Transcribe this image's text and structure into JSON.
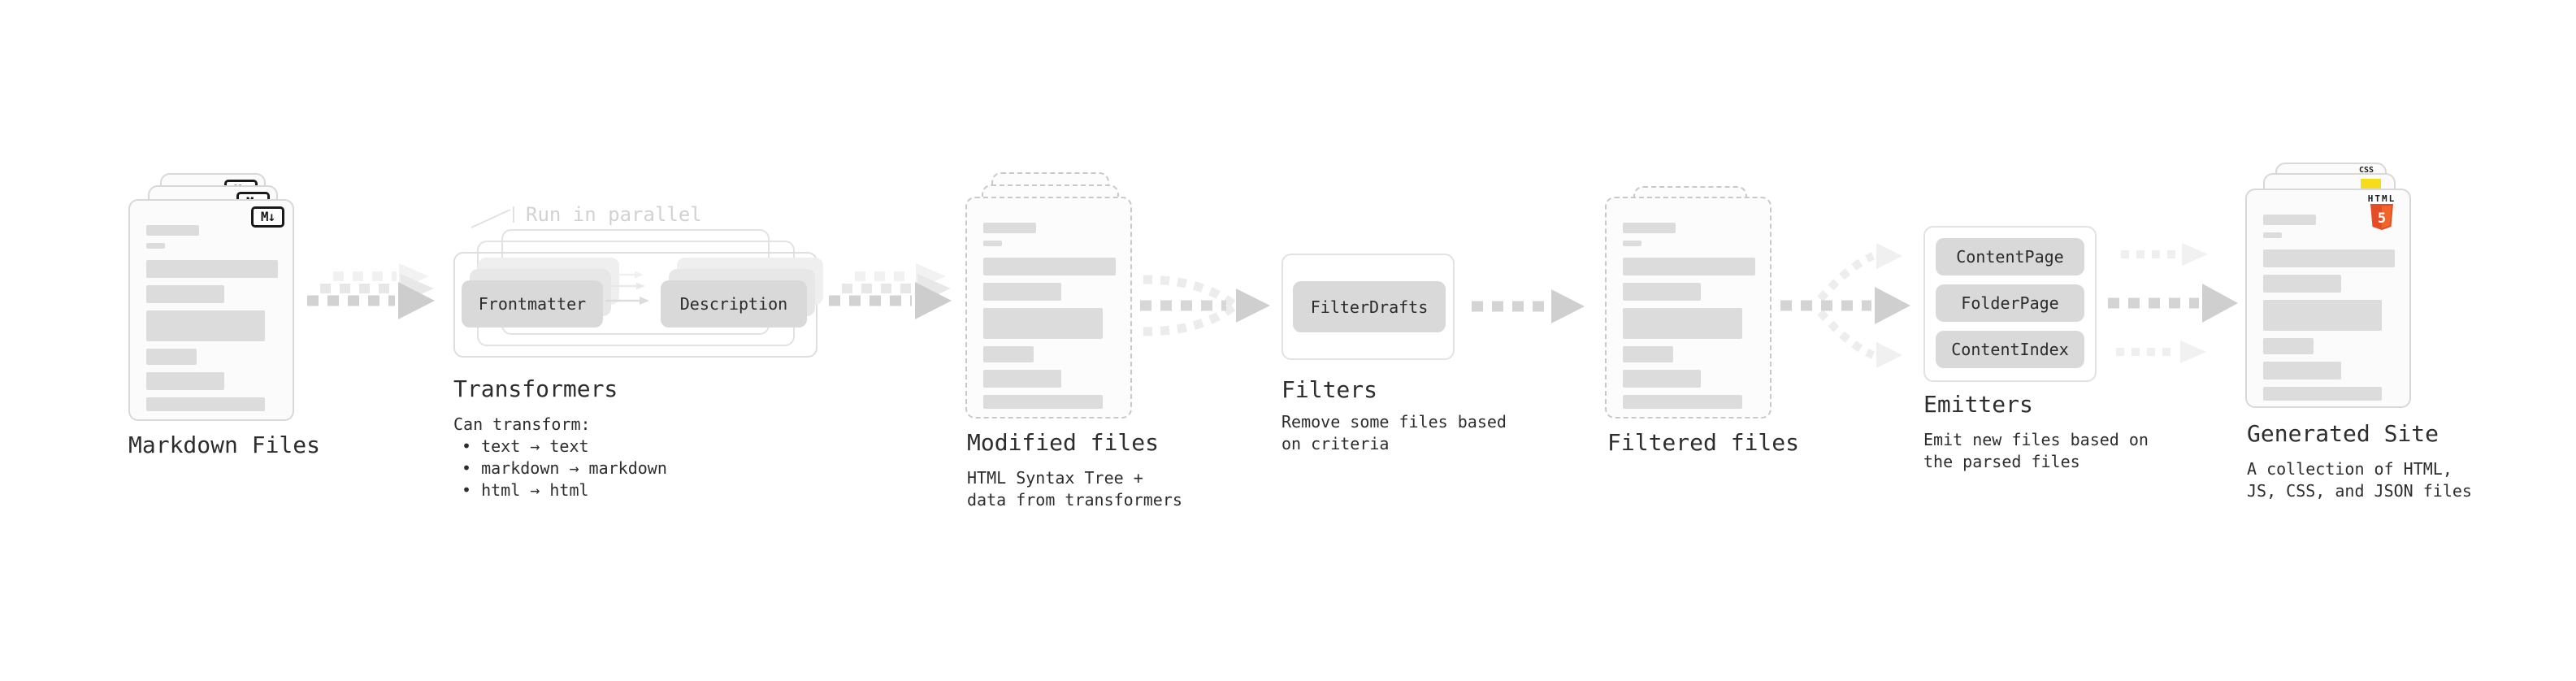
{
  "pipeline": {
    "markdown_files": {
      "title": "Markdown Files",
      "badge": "M↓"
    },
    "transformers": {
      "title": "Transformers",
      "annotation": "Run in parallel",
      "chips": {
        "frontmatter": "Frontmatter",
        "description": "Description"
      },
      "desc_heading": "Can transform:",
      "bullets": [
        "• text → text",
        "• markdown → markdown",
        "• html → html"
      ]
    },
    "modified_files": {
      "title": "Modified files",
      "desc": [
        "HTML Syntax Tree +",
        "data from transformers"
      ]
    },
    "filters": {
      "title": "Filters",
      "chip": "FilterDrafts",
      "desc": [
        "Remove some files based",
        "on criteria"
      ]
    },
    "filtered_files": {
      "title": "Filtered files"
    },
    "emitters": {
      "title": "Emitters",
      "chips": [
        "ContentPage",
        "FolderPage",
        "ContentIndex"
      ],
      "desc": [
        "Emit new files based on",
        "the parsed files"
      ]
    },
    "generated_site": {
      "title": "Generated Site",
      "html_badge": {
        "label": "HTML",
        "number": "5"
      },
      "css_badge": "CSS",
      "desc": [
        "A collection of HTML,",
        "JS, CSS, and JSON files"
      ]
    }
  },
  "colors": {
    "html5_orange": "#e44d26",
    "html5_orange_light": "#f16529",
    "js_yellow": "#f5de19",
    "css_blue": "#2b63f6",
    "markdown_ink": "#1a1a1a",
    "chip_gray": "#d9d9d9",
    "arrow_gray": "#cfcfcf",
    "text_ink": "#2d2d2d"
  }
}
